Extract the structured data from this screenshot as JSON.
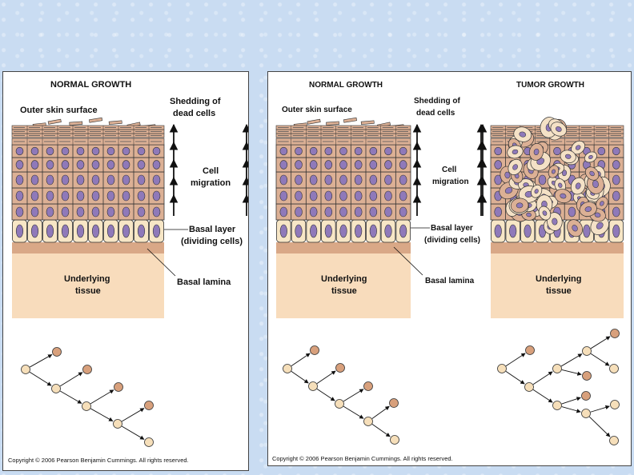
{
  "left_panel": {
    "title": "NORMAL GROWTH",
    "outer_skin": "Outer skin surface",
    "shedding_line1": "Shedding of",
    "shedding_line2": "dead cells",
    "migration_line1": "Cell",
    "migration_line2": "migration",
    "basal_layer_line1": "Basal layer",
    "basal_layer_line2": "(dividing cells)",
    "basal_lamina": "Basal lamina",
    "tissue_line1": "Underlying",
    "tissue_line2": "tissue",
    "copyright": "Copyright © 2006 Pearson Benjamin Cummings. All rights reserved."
  },
  "right_panel": {
    "normal_title": "NORMAL GROWTH",
    "tumor_title": "TUMOR GROWTH",
    "outer_skin": "Outer skin surface",
    "shedding_line1": "Shedding of",
    "shedding_line2": "dead cells",
    "migration_line1": "Cell",
    "migration_line2": "migration",
    "basal_layer_line1": "Basal layer",
    "basal_layer_line2": "(dividing cells)",
    "basal_lamina": "Basal lamina",
    "tissue_line1": "Underlying",
    "tissue_line2": "tissue",
    "tumor_tissue_line1": "Underlying",
    "tumor_tissue_line2": "tissue",
    "copyright": "Copyright © 2006 Pearson Benjamin Cummings. All rights reserved."
  },
  "colors": {
    "basal_cell": "#f7e6c6",
    "upper_cell": "#dcb095",
    "nucleus": "#8f79b9",
    "lamina": "#d9a887",
    "tissue": "#f8dcbc",
    "differentiated": "#d8a07c",
    "stem": "#f6dfba"
  }
}
